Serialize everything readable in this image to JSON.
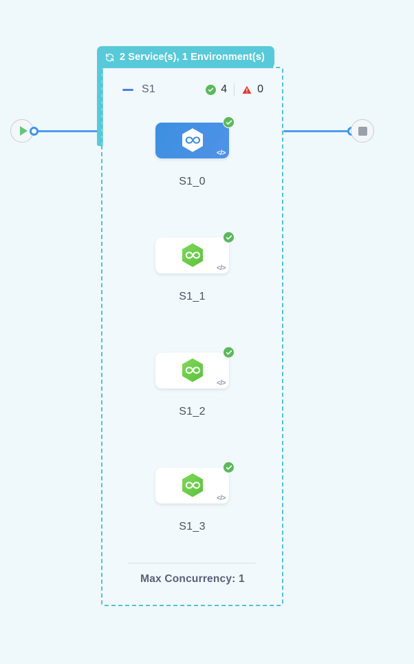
{
  "canvas": {
    "background": "#eff8fb",
    "edge_color": "#4a9eeb"
  },
  "start_node": {
    "name": "start",
    "icon": "play-icon",
    "icon_color": "#63c77a"
  },
  "end_node": {
    "name": "end",
    "icon": "stop-icon",
    "icon_color": "#9aa0a9"
  },
  "group": {
    "tab": {
      "icon": "refresh-loop-icon",
      "label": "2 Service(s), 1 Environment(s)",
      "background": "#58c9d8",
      "text_color": "#ffffff"
    },
    "border_color": "#4fc3d6",
    "header": {
      "collapse_icon": "minus-icon",
      "collapse_icon_color": "#4a7fe0",
      "label": "S1",
      "success_icon": "check-circle-icon",
      "success_color": "#5cb85c",
      "success_count": "4",
      "warning_icon": "warning-triangle-icon",
      "warning_color": "#e03b2f",
      "warning_count": "0"
    },
    "nodes": [
      {
        "label": "S1_0",
        "selected": true,
        "logo_icon": "hexagon-infinity-icon",
        "logo_color": "#ffffff",
        "card_color": "#3d8fe0",
        "status_icon": "check-circle-icon",
        "status_color": "#5cb85c",
        "code_icon": "code-brackets-icon"
      },
      {
        "label": "S1_1",
        "selected": false,
        "logo_icon": "hexagon-infinity-icon",
        "logo_color": "#6dce49",
        "card_color": "#ffffff",
        "status_icon": "check-circle-icon",
        "status_color": "#5cb85c",
        "code_icon": "code-brackets-icon"
      },
      {
        "label": "S1_2",
        "selected": false,
        "logo_icon": "hexagon-infinity-icon",
        "logo_color": "#6dce49",
        "card_color": "#ffffff",
        "status_icon": "check-circle-icon",
        "status_color": "#5cb85c",
        "code_icon": "code-brackets-icon"
      },
      {
        "label": "S1_3",
        "selected": false,
        "logo_icon": "hexagon-infinity-icon",
        "logo_color": "#6dce49",
        "card_color": "#ffffff",
        "status_icon": "check-circle-icon",
        "status_color": "#5cb85c",
        "code_icon": "code-brackets-icon"
      }
    ],
    "footer": {
      "label": "Max Concurrency: 1"
    }
  },
  "code_glyph": "</>"
}
